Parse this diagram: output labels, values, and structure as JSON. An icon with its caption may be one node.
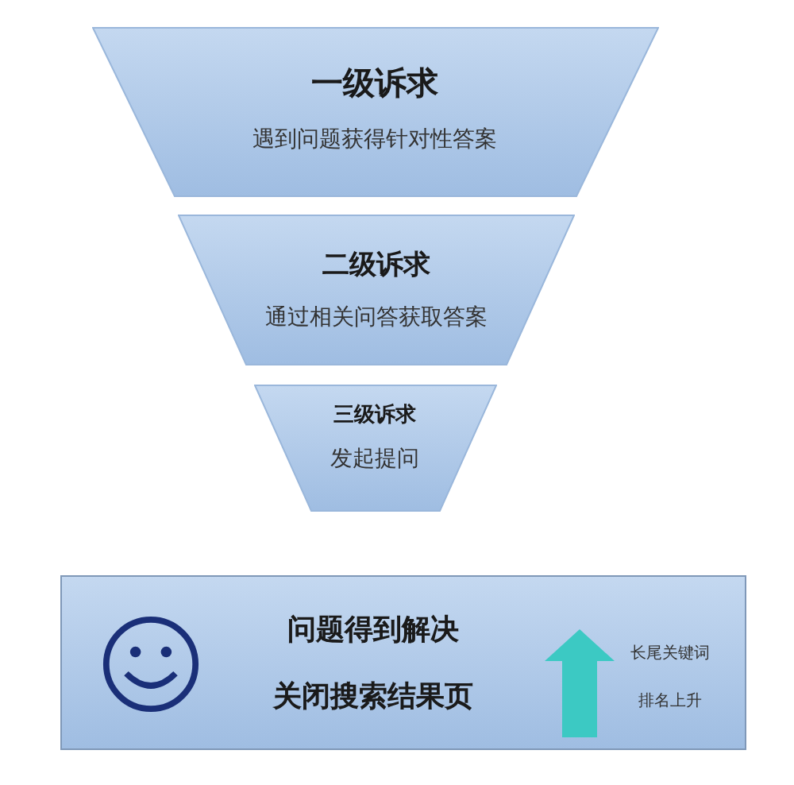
{
  "diagram": {
    "nodes": [
      {
        "text": [
          "一级诉求",
          "遇到问题获得针对性答案"
        ]
      },
      {
        "text": [
          "二级诉求",
          "通过相关问答获取答案"
        ]
      },
      {
        "text": [
          "三级诉求",
          "发起提问"
        ]
      },
      {
        "text": [
          "问题得到解决",
          "关闭搜索结果页",
          "长尾关键词",
          "排名上升"
        ]
      }
    ]
  }
}
